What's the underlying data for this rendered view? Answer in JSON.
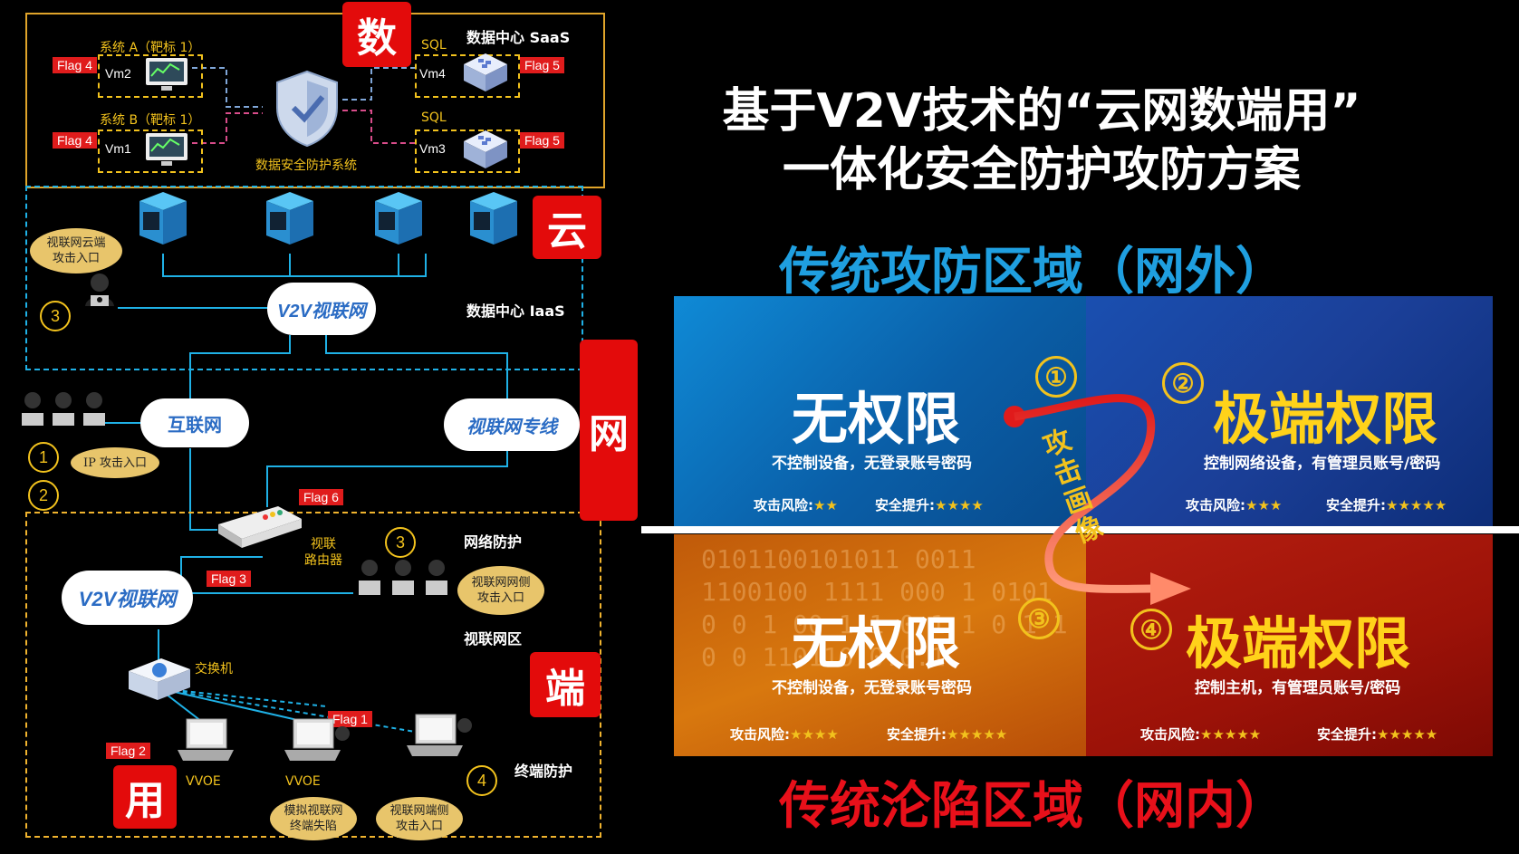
{
  "title": {
    "line1": "基于V2V技术的“云网数端用”",
    "line2": "一体化安全防护攻防方案"
  },
  "zones": {
    "outside_heading": "传统攻防区域（网外）",
    "inside_heading": "传统沦陷区域（网内）",
    "outside_color": "#1f9fe0",
    "inside_color": "#e8101a"
  },
  "quadrants": [
    {
      "num": "",
      "title": "无权限",
      "sub": "不控制设备，无登录账号密码",
      "risk_label": "攻击风险:",
      "risk": "★★",
      "gain_label": "安全提升:",
      "gain": "★★★★"
    },
    {
      "num": "②",
      "title": "极端权限",
      "sub": "控制网络设备，有管理员账号/密码",
      "risk_label": "攻击风险:",
      "risk": "★★★",
      "gain_label": "安全提升:",
      "gain": "★★★★★"
    },
    {
      "num": "③",
      "title": "无权限",
      "sub": "不控制设备，无登录账号密码",
      "risk_label": "攻击风险:",
      "risk": "★★★★",
      "gain_label": "安全提升:",
      "gain": "★★★★★"
    },
    {
      "num": "④",
      "title": "极端权限",
      "sub": "控制主机，有管理员账号/密码",
      "risk_label": "攻击风险:",
      "risk": "★★★★★",
      "gain_label": "安全提升:",
      "gain": "★★★★★"
    }
  ],
  "attack_path": {
    "num1": "①",
    "label": "攻击画像"
  },
  "binary_bg": "0101100101011 0011 1100100 1111 000 1 0101 0 0 1 00 1 1 0 1 1 0 1 1 0 0 110110.0.0.1",
  "tags": {
    "shu": "数",
    "yun": "云",
    "wang": "网",
    "duan": "端",
    "yong": "用"
  },
  "datacenter": {
    "saas": "数据中心 SaaS",
    "iaas": "数据中心 IaaS",
    "security_system": "数据安全防护系统",
    "sysA": "系统 A（靶标 1）",
    "sysB": "系统 B（靶标 1）",
    "sql1": "SQL",
    "sql2": "SQL",
    "vm2": "Vm2",
    "vm1": "Vm1",
    "vm4": "Vm4",
    "vm3": "Vm3"
  },
  "flags": {
    "f4a": "Flag 4",
    "f4b": "Flag 4",
    "f5a": "Flag 5",
    "f5b": "Flag 5",
    "f6": "Flag 6",
    "f3": "Flag 3",
    "f1": "Flag 1",
    "f2": "Flag 2"
  },
  "network": {
    "v2v": "V2V视联网",
    "internet": "互联网",
    "private": "视联网专线",
    "router": "视联\n路由器",
    "router1": "视联",
    "router2": "路由器",
    "net_protect": "网络防护",
    "v2v_zone": "视联网区",
    "switch": "交换机",
    "vvoe1": "VVOE",
    "vvoe2": "VVOE",
    "terminal_protect": "终端防护"
  },
  "entries": {
    "cloud_entry": "视联网云端\n攻击入口",
    "cloud_entry1": "视联网云端",
    "cloud_entry2": "攻击入口",
    "ip_entry": "IP 攻击入口",
    "net_entry1": "视联网网侧",
    "net_entry2": "攻击入口",
    "sim1": "模拟视联网",
    "sim2": "终端失陷",
    "term_entry1": "视联网端侧",
    "term_entry2": "攻击入口"
  },
  "circles": {
    "c3a": "3",
    "c1": "1",
    "c2": "2",
    "c3b": "3",
    "c4": "4"
  }
}
